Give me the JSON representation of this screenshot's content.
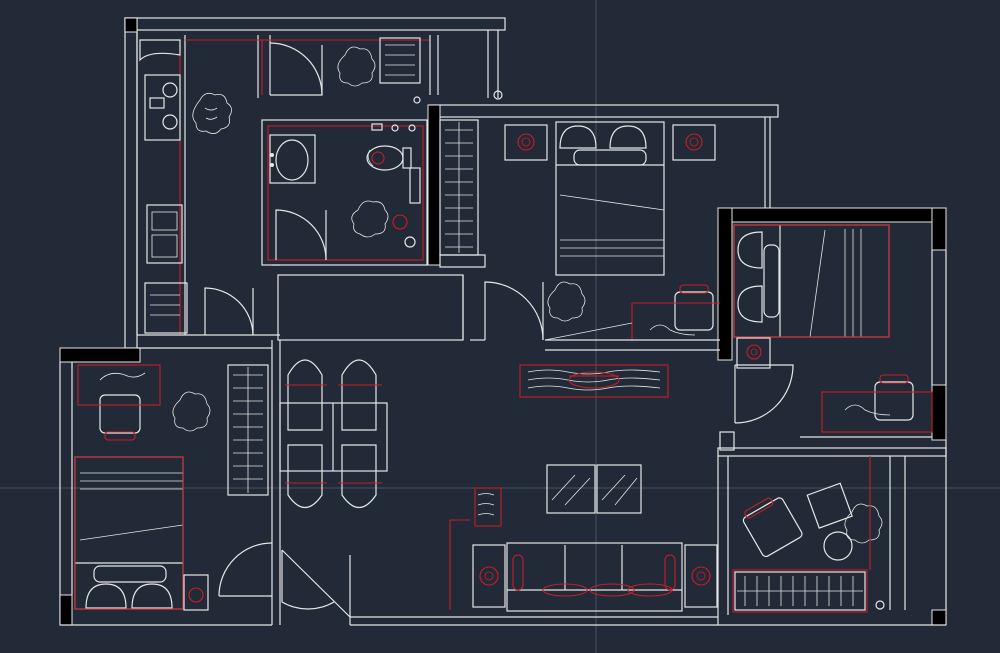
{
  "canvas": {
    "background": "#212a36",
    "wall_color": "#e6e6e6",
    "accent_color": "#c81e28",
    "crosshair_color": "#4a5260"
  },
  "rooms": [
    {
      "id": "kitchen"
    },
    {
      "id": "utility"
    },
    {
      "id": "bathroom"
    },
    {
      "id": "master-bedroom"
    },
    {
      "id": "bedroom-east"
    },
    {
      "id": "bedroom-west"
    },
    {
      "id": "dining"
    },
    {
      "id": "living"
    },
    {
      "id": "study"
    }
  ],
  "furniture_icons": [
    "stove-icon",
    "sink-icon",
    "washer-icon",
    "toilet-icon",
    "basin-icon",
    "wardrobe-icon",
    "bed-icon",
    "nightstand-icon",
    "chair-icon",
    "sofa-icon",
    "dining-table-icon",
    "tv-cabinet-icon",
    "coffee-table-icon",
    "plant-icon",
    "door-swing-icon"
  ]
}
